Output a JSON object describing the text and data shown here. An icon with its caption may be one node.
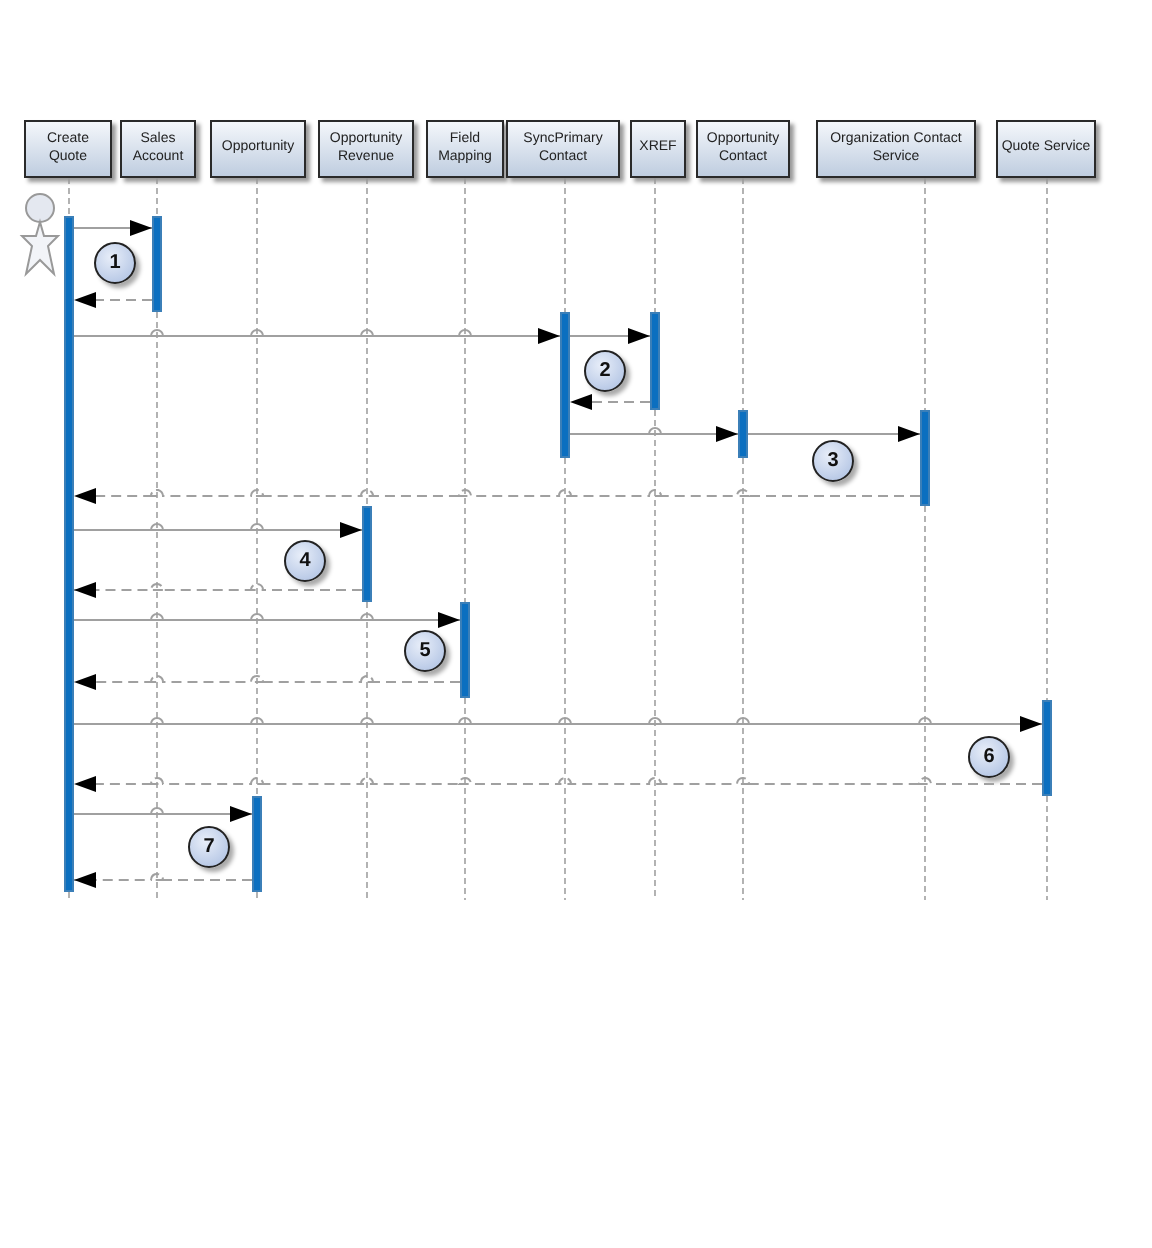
{
  "diagram": {
    "nodes": [
      {
        "text": [
          "Create Quote"
        ]
      },
      {
        "text": [
          "Sales Account"
        ]
      },
      {
        "text": [
          "Opportunity"
        ]
      },
      {
        "text": [
          "Opportunity Revenue"
        ]
      },
      {
        "text": [
          "Field Mapping"
        ]
      },
      {
        "text": [
          "SyncPrimary Contact"
        ]
      },
      {
        "text": [
          "XREF"
        ]
      },
      {
        "text": [
          "Opportunity Contact"
        ]
      },
      {
        "text": [
          "Organization Contact Service"
        ]
      },
      {
        "text": [
          "Quote Service"
        ]
      },
      {
        "text": [],
        "shape": "bar"
      },
      {
        "text": [],
        "shape": "bar"
      },
      {
        "text": [],
        "shape": "bar"
      },
      {
        "text": [],
        "shape": "bar"
      },
      {
        "text": [],
        "shape": "bar"
      },
      {
        "text": [],
        "shape": "bar"
      },
      {
        "text": [],
        "shape": "bar"
      },
      {
        "text": [],
        "shape": "bar"
      },
      {
        "text": [],
        "shape": "bar"
      },
      {
        "text": [],
        "shape": "bar"
      },
      {
        "text": [
          "1"
        ]
      },
      {
        "text": [
          "2"
        ]
      },
      {
        "text": [
          "3"
        ]
      },
      {
        "text": [
          "4"
        ]
      },
      {
        "text": [
          "5"
        ]
      },
      {
        "text": [
          "6"
        ]
      },
      {
        "text": [
          "7"
        ]
      }
    ],
    "edges": [
      {
        "from": 10,
        "to": 11,
        "arrow": "to"
      },
      {
        "from": 11,
        "to": 10,
        "arrow": "to",
        "style": "dashed"
      },
      {
        "from": 10,
        "to": 12,
        "arrow": "to"
      },
      {
        "from": 12,
        "to": 13,
        "arrow": "to"
      },
      {
        "from": 13,
        "to": 12,
        "arrow": "to",
        "style": "dashed"
      },
      {
        "from": 12,
        "to": 14,
        "arrow": "to"
      },
      {
        "from": 14,
        "to": 15,
        "arrow": "to"
      },
      {
        "from": 15,
        "to": 10,
        "arrow": "to",
        "style": "dashed"
      },
      {
        "from": 10,
        "to": 16,
        "arrow": "to"
      },
      {
        "from": 16,
        "to": 10,
        "arrow": "to",
        "style": "dashed"
      },
      {
        "from": 10,
        "to": 17,
        "arrow": "to"
      },
      {
        "from": 17,
        "to": 10,
        "arrow": "to",
        "style": "dashed"
      },
      {
        "from": 10,
        "to": 18,
        "arrow": "to"
      },
      {
        "from": 18,
        "to": 10,
        "arrow": "to",
        "style": "dashed"
      },
      {
        "from": 10,
        "to": 19,
        "arrow": "to"
      },
      {
        "from": 19,
        "to": 10,
        "arrow": "to",
        "style": "dashed"
      },
      {
        "from": 0,
        "to": 10,
        "arrow": "none",
        "style": "dashed"
      },
      {
        "from": 10,
        "to": null,
        "arrow": "none",
        "style": "dashed"
      },
      {
        "from": 1,
        "to": 11,
        "arrow": "none",
        "style": "dashed"
      },
      {
        "from": 11,
        "to": null,
        "arrow": "none",
        "style": "dashed"
      },
      {
        "from": 2,
        "to": 19,
        "arrow": "none",
        "style": "dashed"
      },
      {
        "from": 19,
        "to": null,
        "arrow": "none",
        "style": "dashed"
      },
      {
        "from": 3,
        "to": 16,
        "arrow": "none",
        "style": "dashed"
      },
      {
        "from": 16,
        "to": null,
        "arrow": "none",
        "style": "dashed"
      },
      {
        "from": 4,
        "to": 17,
        "arrow": "none",
        "style": "dashed"
      },
      {
        "from": 17,
        "to": null,
        "arrow": "none",
        "style": "dashed"
      },
      {
        "from": 5,
        "to": 12,
        "arrow": "none",
        "style": "dashed"
      },
      {
        "from": 12,
        "to": null,
        "arrow": "none",
        "style": "dashed"
      },
      {
        "from": 6,
        "to": 13,
        "arrow": "none",
        "style": "dashed"
      },
      {
        "from": 13,
        "to": null,
        "arrow": "none",
        "style": "dashed"
      },
      {
        "from": 7,
        "to": 14,
        "arrow": "none",
        "style": "dashed"
      },
      {
        "from": 14,
        "to": null,
        "arrow": "none",
        "style": "dashed"
      },
      {
        "from": 8,
        "to": 15,
        "arrow": "none",
        "style": "dashed"
      },
      {
        "from": 15,
        "to": null,
        "arrow": "none",
        "style": "dashed"
      },
      {
        "from": 9,
        "to": 18,
        "arrow": "none",
        "style": "dashed"
      },
      {
        "from": 18,
        "to": null,
        "arrow": "none",
        "style": "dashed"
      }
    ]
  }
}
